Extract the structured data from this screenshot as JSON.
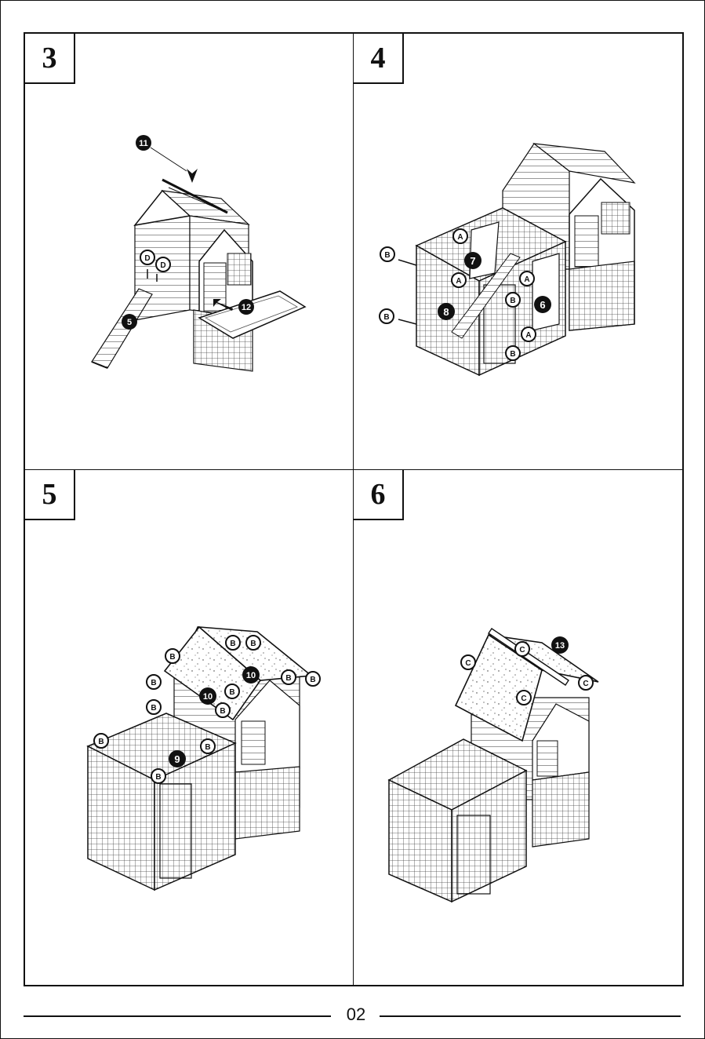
{
  "page_number": "02",
  "steps": [
    {
      "number": "3",
      "callouts": {
        "p11": "11",
        "p5": "5",
        "p12": "12",
        "d1": "D",
        "d2": "D"
      }
    },
    {
      "number": "4",
      "callouts": {
        "a1": "A",
        "a2": "A",
        "a3": "A",
        "a4": "A",
        "b1": "B",
        "b2": "B",
        "b3": "B",
        "b4": "B",
        "p7": "7",
        "p8": "8",
        "p6": "6"
      }
    },
    {
      "number": "5",
      "callouts": {
        "b1": "B",
        "b2": "B",
        "b3": "B",
        "b4": "B",
        "b5": "B",
        "b6": "B",
        "b7": "B",
        "b8": "B",
        "b9": "B",
        "b10": "B",
        "b11": "B",
        "b12": "B",
        "p10a": "10",
        "p10b": "10",
        "p9": "9"
      }
    },
    {
      "number": "6",
      "callouts": {
        "c1": "C",
        "c2": "C",
        "c3": "C",
        "c4": "C",
        "p13": "13"
      }
    }
  ]
}
